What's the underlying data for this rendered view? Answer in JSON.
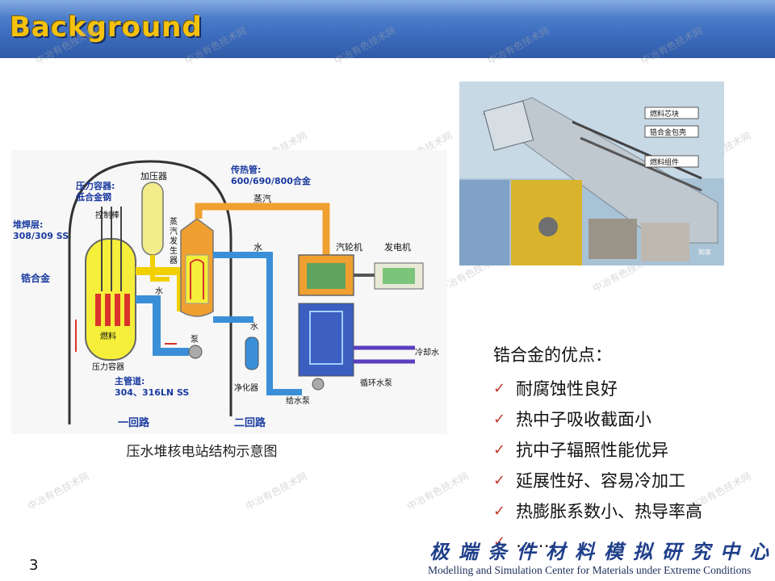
{
  "title": "Background",
  "diagram": {
    "caption": "压水堆核电站结构示意图",
    "labels": {
      "pressurizer": "加压器",
      "pressure_vessel": "压力容器:",
      "low_alloy_steel": "低合金钢",
      "control_rod": "控制棒",
      "overlay": "堆焊层:",
      "overlay_ss": "308/309 SS",
      "zirconium": "锆合金",
      "fuel": "燃料",
      "pressure_vessel2": "压力容器",
      "main_pipe": "主管道:",
      "main_pipe_ss": "304、316LN SS",
      "loop1": "一回路",
      "heat_tube": "传热管:",
      "heat_tube_alloy": "600/690/800合金",
      "steam": "蒸汽",
      "sg": [
        "蒸",
        "汽",
        "发",
        "生",
        "器"
      ],
      "water": "水",
      "water2": "水",
      "water3": "水",
      "pump": "泵",
      "purifier": "净化器",
      "loop2": "二回路",
      "feed_pump": "给水泵",
      "turbine": "汽轮机",
      "generator": "发电机",
      "cooling_water": "冷却水",
      "circ_pump": "循环水泵"
    }
  },
  "photo": {
    "labels": [
      "燃料芯块",
      "锆合金包壳",
      "燃料组件"
    ],
    "badge": "知家"
  },
  "advantages": {
    "heading": "锆合金的优点：",
    "items": [
      "耐腐蚀性良好",
      "热中子吸收截面小",
      "抗中子辐照性能优异",
      "延展性好、容易冷加工",
      "热膨胀系数小、热导率高",
      "… …"
    ]
  },
  "page_number": "3",
  "footer": {
    "center_cn": "极端条件材料模拟研究中心",
    "center_en": "Modelling and Simulation Center for Materials under Extreme Conditions"
  },
  "watermark": "中冶有色技术网",
  "colors": {
    "title_text": "#f4c20d",
    "title_bar": "#3f6fc0",
    "check": "#c0392b"
  }
}
